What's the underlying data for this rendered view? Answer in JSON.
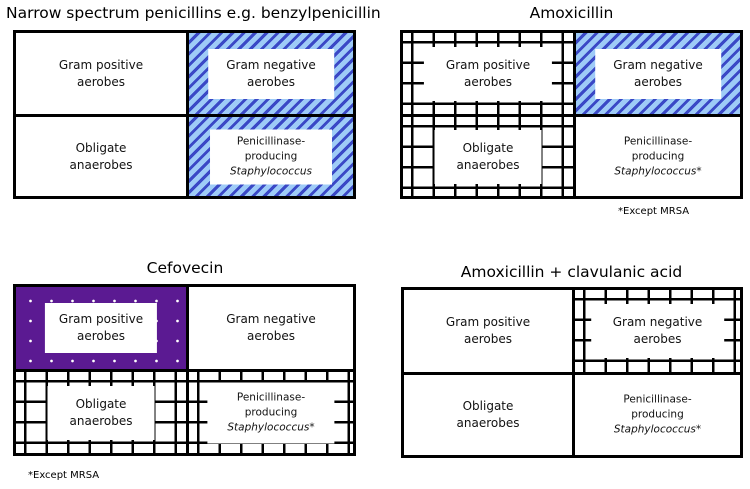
{
  "panels": [
    {
      "title": "Narrow spectrum penicillins e.g. benzylpenicillin",
      "cells": {
        "gram_positive": {
          "line1": "Gram positive",
          "line2": "aerobes",
          "pattern": "none"
        },
        "gram_negative": {
          "line1": "Gram negative",
          "line2": "aerobes",
          "pattern": "blue-diagonal-stripes"
        },
        "anaerobes": {
          "line1": "Obligate",
          "line2": "anaerobes",
          "pattern": "none"
        },
        "staph": {
          "line1": "Penicillinase-",
          "line2": "producing",
          "line3": "Staphylococcus",
          "pattern": "blue-diagonal-stripes"
        }
      }
    },
    {
      "title": "Amoxicillin",
      "cells": {
        "gram_positive": {
          "line1": "Gram positive",
          "line2": "aerobes",
          "pattern": "black-grid"
        },
        "gram_negative": {
          "line1": "Gram negative",
          "line2": "aerobes",
          "pattern": "blue-diagonal-stripes"
        },
        "anaerobes": {
          "line1": "Obligate",
          "line2": "anaerobes",
          "pattern": "black-grid"
        },
        "staph": {
          "line1": "Penicillinase-",
          "line2": "producing",
          "line3": "Staphylococcus*",
          "pattern": "none"
        }
      },
      "footnote": "*Except MRSA"
    },
    {
      "title": "Cefovecin",
      "cells": {
        "gram_positive": {
          "line1": "Gram positive",
          "line2": "aerobes",
          "pattern": "purple-dots"
        },
        "gram_negative": {
          "line1": "Gram negative",
          "line2": "aerobes",
          "pattern": "none"
        },
        "anaerobes": {
          "line1": "Obligate",
          "line2": "anaerobes",
          "pattern": "black-grid"
        },
        "staph": {
          "line1": "Penicillinase-",
          "line2": "producing",
          "line3": "Staphylococcus*",
          "pattern": "black-grid"
        }
      },
      "footnote": "*Except MRSA"
    },
    {
      "title": "Amoxicillin + clavulanic acid",
      "cells": {
        "gram_positive": {
          "line1": "Gram positive",
          "line2": "aerobes",
          "pattern": "none"
        },
        "gram_negative": {
          "line1": "Gram negative",
          "line2": "aerobes",
          "pattern": "black-grid"
        },
        "anaerobes": {
          "line1": "Obligate",
          "line2": "anaerobes",
          "pattern": "none"
        },
        "staph": {
          "line1": "Penicillinase-",
          "line2": "producing",
          "line3": "Staphylococcus*",
          "pattern": "none"
        }
      }
    }
  ],
  "colors": {
    "stripe_light": "#9ecbf7",
    "stripe_dark": "#3a48c6",
    "dots_background": "#5b1a92",
    "grid_lines": "#000000"
  }
}
